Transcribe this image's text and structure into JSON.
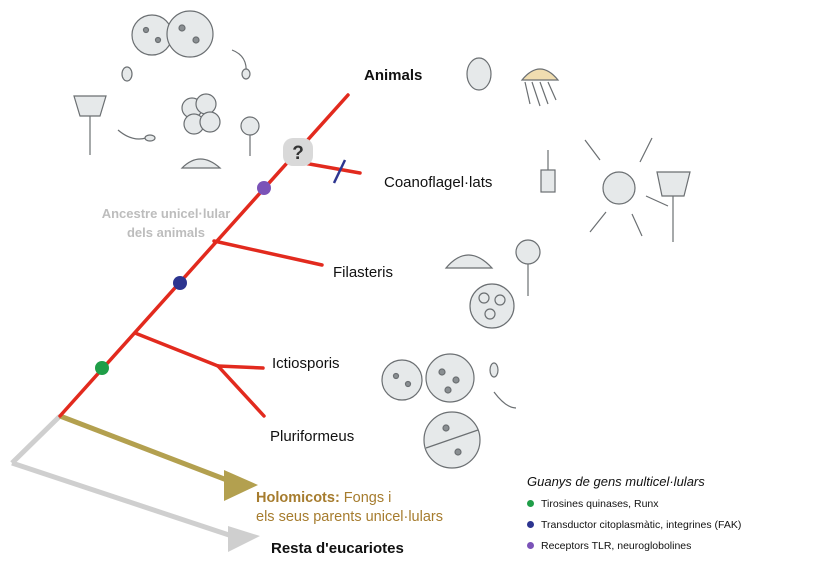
{
  "taxa": {
    "animals": "Animals",
    "choano": "Coanoflagel·lats",
    "filasteris": "Filasteris",
    "ictiosporis": "Ictiosporis",
    "pluriformeus": "Pluriformeus",
    "resta": "Resta d'eucariotes"
  },
  "ancestor": {
    "line1": "Ancestre unicel·lular",
    "line2": "dels animals"
  },
  "holomicots": {
    "bold": "Holomicots:",
    "line1_rest": " Fongs i",
    "line2": "els seus parents unicel·lulars"
  },
  "question_mark": "?",
  "legend": {
    "title": "Guanys de gens multicel·lulars",
    "items": [
      {
        "label": "Tirosines quinases, Runx",
        "color": "#1f9e48"
      },
      {
        "label": "Transductor citoplasmàtic, integrines (FAK)",
        "color": "#2d3590"
      },
      {
        "label": "Receptors TLR, neuroglobolines",
        "color": "#7b53b8"
      }
    ]
  },
  "colors": {
    "opisthokont_branch": "#e22a1e",
    "holomycota_branch": "#b3a04f",
    "eukaryote_branch": "#cfcfcf",
    "ancestor_text": "#bdbdbd",
    "holomycota_text": "#a67c2e"
  }
}
